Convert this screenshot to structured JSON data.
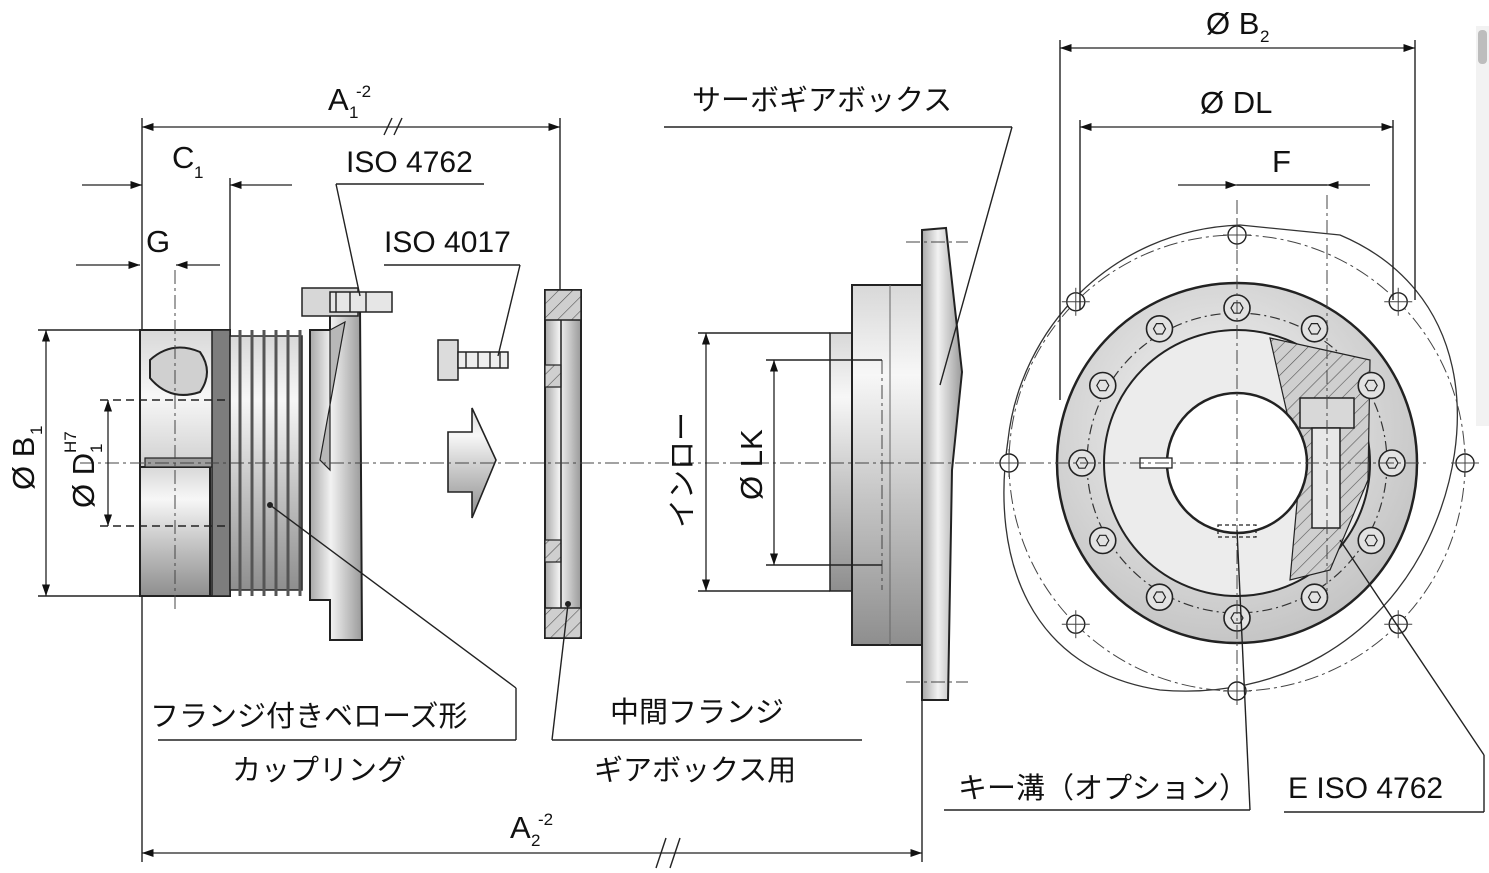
{
  "dimensions": {
    "b2": "Ø B",
    "b2_sub": "2",
    "dl": "Ø DL",
    "f": "F",
    "a1": "A",
    "a1_sub": "1",
    "a1_sup": "-2",
    "c1": "C",
    "c1_sub": "1",
    "g": "G",
    "b1": "Ø B",
    "b1_sub": "1",
    "d1": "Ø D",
    "d1_sub": "1",
    "d1_sup": "H7",
    "lk": "Ø LK",
    "inro": "インロー",
    "a2": "A",
    "a2_sub": "2",
    "a2_sup": "-2"
  },
  "callouts": {
    "iso4762": "ISO 4762",
    "iso4017": "ISO 4017",
    "servo_gearbox": "サーボギアボックス",
    "bellows_line1": "フランジ付きベローズ形",
    "bellows_line2": "カップリング",
    "flange_line1": "中間フランジ",
    "flange_line2": "ギアボックス用",
    "keyway": "キー溝（オプション）",
    "e_iso4762": "E ISO 4762"
  },
  "colors": {
    "metal_light": "#eeeeee",
    "metal_mid": "#c9c9c9",
    "metal_dark": "#8a8a8a",
    "ink": "#111111"
  }
}
